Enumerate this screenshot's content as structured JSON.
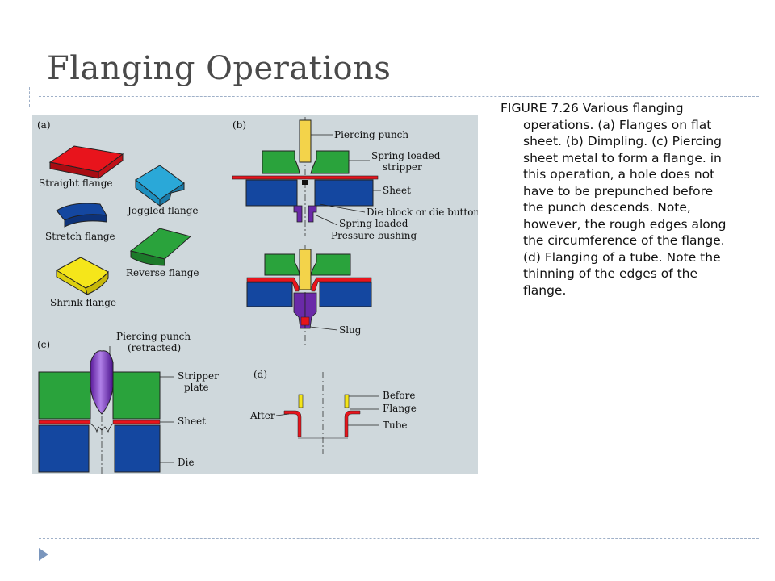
{
  "slide": {
    "title": "Flanging Operations",
    "caption": "FIGURE 7.26 Various flanging operations. (a) Flanges on flat sheet. (b) Dimpling. (c) Piercing sheet metal to form a flange. in this operation, a hole does not have to be prepunched before the punch descends. Note, however, the rough edges along the circumference of the flange. (d) Flanging of a tube. Note the thinning of the edges of the flange."
  },
  "figure": {
    "panel_a": {
      "tag": "(a)",
      "labels": [
        "Straight flange",
        "Joggled flange",
        "Stretch flange",
        "Reverse flange",
        "Shrink flange"
      ]
    },
    "panel_b": {
      "tag": "(b)",
      "labels": [
        "Piercing punch",
        "Spring loaded",
        "stripper",
        "Sheet",
        "Die block or die button",
        "Spring loaded",
        "Pressure bushing",
        "Slug"
      ]
    },
    "panel_c": {
      "tag": "(c)",
      "labels": [
        "Piercing punch",
        "(retracted)",
        "Stripper",
        "plate",
        "Sheet",
        "Die"
      ]
    },
    "panel_d": {
      "tag": "(d)",
      "labels": [
        "Before",
        "Flange",
        "Tube",
        "After"
      ]
    }
  },
  "colors": {
    "red_part": "#e8141c",
    "cyan_part": "#2aa8d8",
    "blue_part": "#1447a0",
    "green_part": "#2aa33c",
    "yellow_part": "#f5e61a",
    "punch_yellow": "#f3d34a",
    "purple": "#6a2aa8",
    "panel_bg": "#cfd8dc"
  }
}
